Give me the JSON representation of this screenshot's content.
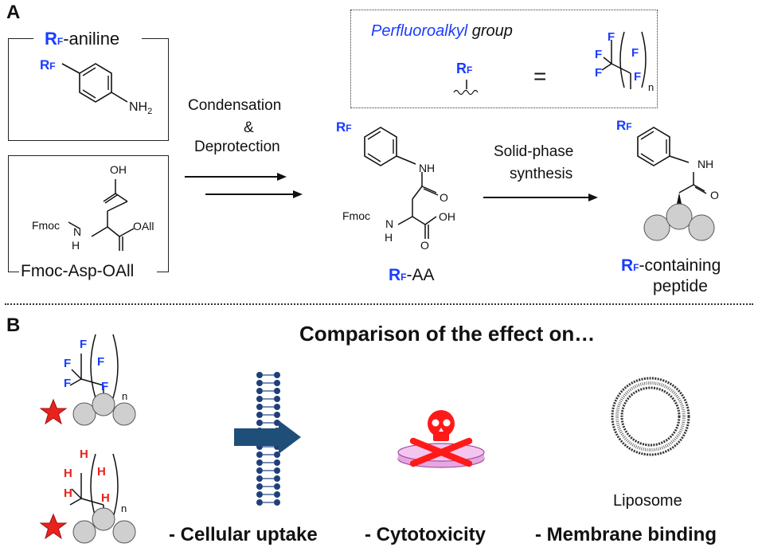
{
  "panels": {
    "a": "A",
    "b": "B"
  },
  "panel_a": {
    "rf_symbol": "R",
    "rf_sub": "F",
    "aniline_box_title": "-aniline",
    "nh2": "NH",
    "nh2_sub": "2",
    "fmoc_box_label": "Fmoc-Asp-OAll",
    "fmoc": "Fmoc",
    "nh": "N",
    "h": "H",
    "oh": "OH",
    "oall": "OAll",
    "step1_line1": "Condensation",
    "step1_line2": "&",
    "step1_line3": "Deprotection",
    "step2_line1": "Solid-phase",
    "step2_line2": "synthesis",
    "aa_label": "-AA",
    "peptide_label_line1": "-containing",
    "peptide_label_line2": "peptide",
    "def_box_title_italic": "Perfluoroalkyl",
    "def_box_title_rest": " group",
    "equals": "=",
    "f": "F",
    "n": "n"
  },
  "panel_b": {
    "heading": "Comparison of the effect on…",
    "h": "H",
    "f": "F",
    "n": "n",
    "liposome": "Liposome",
    "effects": [
      "- Cellular uptake",
      "- Cytotoxicity",
      "- Membrane binding"
    ]
  },
  "colors": {
    "rf_blue": "#1a3cff",
    "h_red": "#e8231d",
    "star_red": "#e8231d",
    "bead_grey": "#cfcfcf",
    "arrow_blue": "#1f4e79",
    "membrane_blue": "#1f3f7a",
    "dish_pink": "#e8a6e0"
  },
  "icons": [
    "star-icon",
    "membrane-icon",
    "arrow-right-icon",
    "skull-crossbones-icon",
    "petri-dish-icon",
    "liposome-icon"
  ]
}
